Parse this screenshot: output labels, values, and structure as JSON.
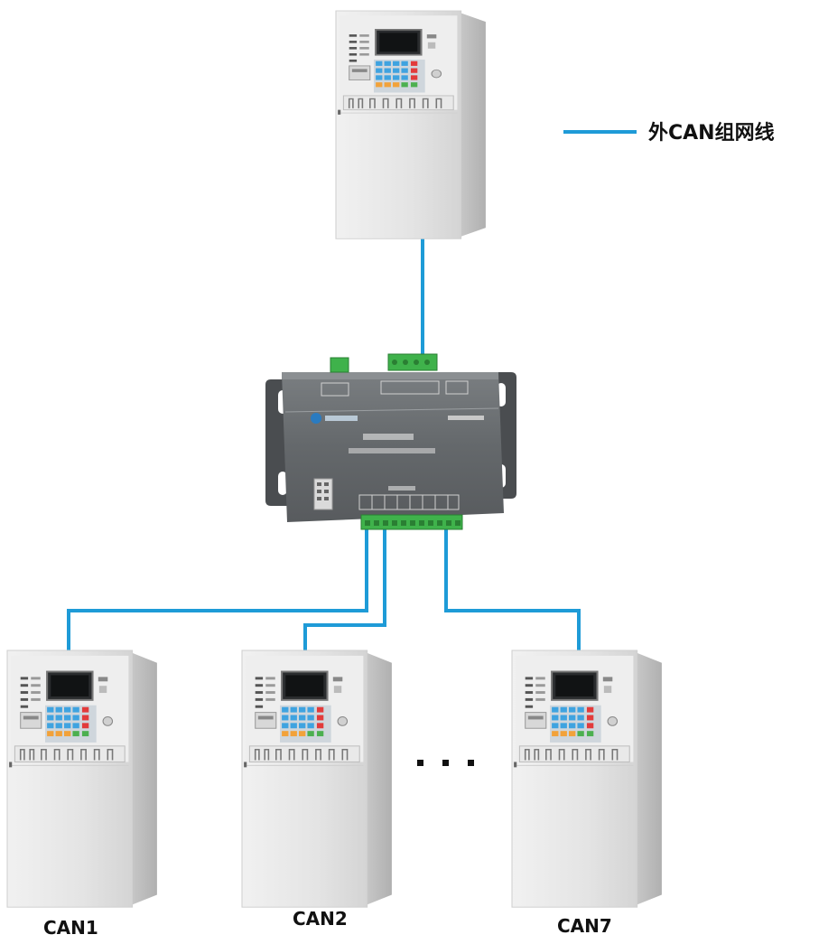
{
  "legend": {
    "label": "外CAN组网线",
    "line_color": "#1e9bd7"
  },
  "panels": {
    "top": {
      "name": "fire-alarm-panel"
    },
    "bottom": [
      {
        "label": "CAN1"
      },
      {
        "label": "CAN2"
      },
      {
        "label": "CAN7"
      }
    ]
  },
  "ellipsis": "· · ·",
  "colors": {
    "wire": "#1e9bd7",
    "panel_body": "#e6e6e6",
    "gateway_body": "#6d7174",
    "terminal": "#3fb24b"
  }
}
